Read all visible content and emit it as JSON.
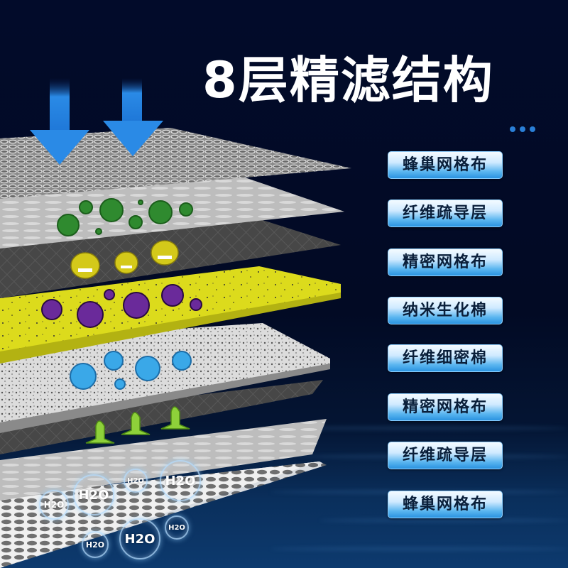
{
  "title": "8层精滤结构",
  "dots_indicator": {
    "count": 3,
    "color": "#2a7fd6"
  },
  "colors": {
    "background": "#020b2a",
    "label_gradient_top": "#f4fbff",
    "label_gradient_bottom": "#2b93e0",
    "arrow": "#2a8ae6",
    "yellow_layer": "#d9d81a"
  },
  "labels": [
    {
      "text": "蜂巢网格布"
    },
    {
      "text": "纤维疏导层"
    },
    {
      "text": "精密网格布"
    },
    {
      "text": "纳米生化棉"
    },
    {
      "text": "纤维细密棉"
    },
    {
      "text": "精密网格布"
    },
    {
      "text": "纤维疏导层"
    },
    {
      "text": "蜂巢网格布"
    }
  ],
  "h2o_bubbles": [
    {
      "text": "H2O",
      "size": "large"
    },
    {
      "text": "H2O",
      "size": "small"
    },
    {
      "text": "H2O",
      "size": "small"
    },
    {
      "text": "H2O",
      "size": "large"
    },
    {
      "text": "H2O",
      "size": "small"
    },
    {
      "text": "H2O",
      "size": "large"
    },
    {
      "text": "H2O",
      "size": "small"
    }
  ],
  "illustration": {
    "arrows": [
      "down-arrow",
      "down-arrow"
    ],
    "germs": [
      "green-virus",
      "yellow-bacteria",
      "purple-virus",
      "blue-virus",
      "green-germ"
    ]
  }
}
